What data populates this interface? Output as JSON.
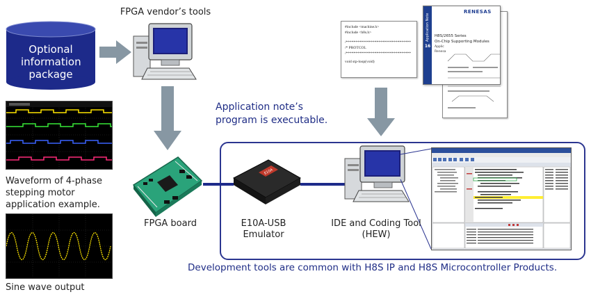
{
  "cylinder": {
    "text": "Optional information package"
  },
  "labels": {
    "fpga_tools": "FPGA vendor’s tools",
    "waveform_caption": "Waveform of 4-phase stepping motor application example.",
    "sine_caption": "Sine wave output",
    "app_note_exec": "Application note’s program is executable.",
    "fpga_board": "FPGA board",
    "emulator": "E10A-USB Emulator",
    "ide": "IDE and Coding Tool (HEW)",
    "footer": "Development tools  are common with H8S IP and H8S Microcontroller Products."
  },
  "code_doc": {
    "line1": "#include <machine.h>",
    "line2": "#include <h8s.h>",
    "stars1": "/**********************************",
    "line3": "/*       PROTCOL",
    "stars2": "/**********************************",
    "line4": "void stp-loop(void)"
  },
  "appnote": {
    "brand": "RENESAS",
    "side_label": "Application Note",
    "tab_number": "16",
    "title": "H8S/2655 Series",
    "subtitle": "On-Chip Supporting Modules",
    "line1": "Applic",
    "line2": "Renesa"
  },
  "emulator_brand": "E10A",
  "colors": {
    "accent": "#2b3590",
    "cylinder": "#1d2a8a",
    "arrow": "#8797a3",
    "board": "#2aa37a"
  }
}
